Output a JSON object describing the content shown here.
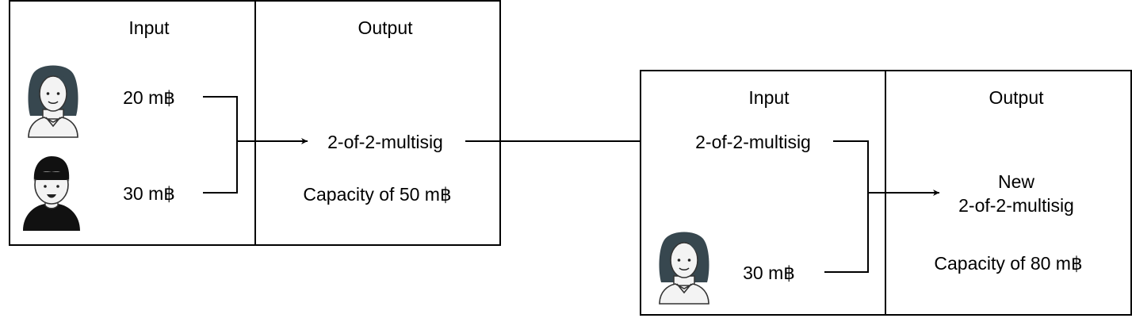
{
  "tx1": {
    "input_header": "Input",
    "output_header": "Output",
    "input_amount_1": "20 m฿",
    "input_amount_2": "30 m฿",
    "output_label": "2-of-2-multisig",
    "output_capacity": "Capacity of 50 m฿"
  },
  "tx2": {
    "input_header": "Input",
    "output_header": "Output",
    "input_multisig": "2-of-2-multisig",
    "input_amount": "30 m฿",
    "output_label_line1": "New",
    "output_label_line2": "2-of-2-multisig",
    "output_capacity": "Capacity of 80 m฿"
  },
  "avatars": [
    "woman-avatar-icon",
    "man-avatar-icon",
    "woman-avatar-icon"
  ]
}
